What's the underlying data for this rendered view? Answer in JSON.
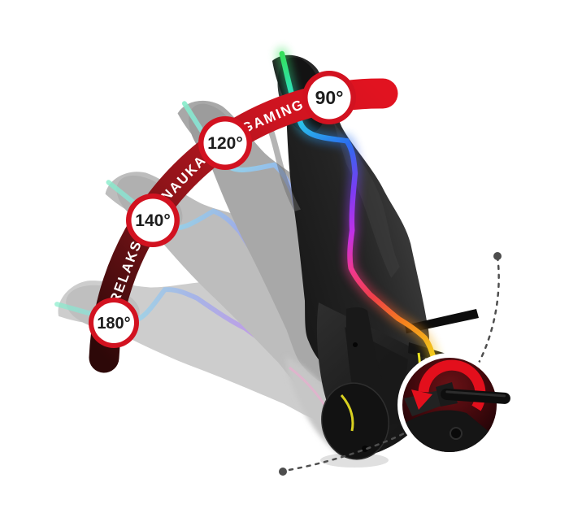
{
  "background_color": "#ffffff",
  "illustration": {
    "subject": "gaming-chair-recline-angles-infographic"
  },
  "recline_arc": {
    "badges": [
      "90°",
      "120°",
      "140°",
      "180°"
    ],
    "modes": [
      "GAMING",
      "NAUKA",
      "RELAKS"
    ],
    "colors": {
      "arc_start": "#e11320",
      "arc_end": "#2d0808",
      "badge_ring": "#d21220",
      "badge_face": "#ffffff",
      "badge_text": "#1d1d1d",
      "mode_text": "#ffffff"
    }
  },
  "chair": {
    "body_color": "#232323",
    "led_strip_colors": [
      "#35e05a",
      "#2ee2b0",
      "#2bc6e8",
      "#2b6ef0",
      "#7a3cf2",
      "#c030e8",
      "#f03890",
      "#f04048",
      "#f57f1e",
      "#f2d21c"
    ],
    "accent_piping_color": "#e8e020",
    "ghost_angles": [
      "120°",
      "140°",
      "180°"
    ],
    "ghost_colors": [
      "#a8a8a8",
      "#bdbdbd",
      "#cdcdcd"
    ]
  },
  "detail_inset": {
    "icon": "rotate-counterclockwise-arrow-icon",
    "arrow_color": "#e30f1c",
    "background_color": "#46090d",
    "ring_color": "#ffffff"
  },
  "guides": {
    "dashed_path_color": "#4f4f4f",
    "endpoint_dot_color": "#4d4d4d"
  }
}
